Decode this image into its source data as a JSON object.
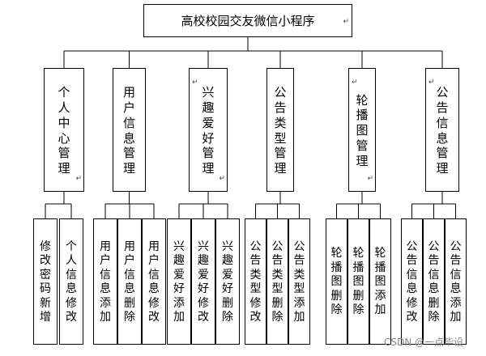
{
  "root": {
    "label": "高校校园交友微信小程序",
    "mark": "↵"
  },
  "modules": [
    {
      "label": "个人中心管理",
      "mark_end": true,
      "children": [
        {
          "label": "修改密码新增"
        },
        {
          "label": "个人信息修改"
        }
      ]
    },
    {
      "label": "用户信息管理",
      "children": [
        {
          "label": "用户信息添加"
        },
        {
          "label": "用户信息删除"
        },
        {
          "label": "用户信息修改"
        }
      ]
    },
    {
      "label": "兴趣爱好管理",
      "mark_start": true,
      "mark_end": true,
      "children": [
        {
          "label": "兴趣爱好添加"
        },
        {
          "label": "兴趣爱好修改"
        },
        {
          "label": "兴趣爱好删除"
        }
      ]
    },
    {
      "label": "公告类型管理",
      "children": [
        {
          "label": "公告类型修改"
        },
        {
          "label": "公告类型删除"
        },
        {
          "label": "公告类型添加"
        }
      ]
    },
    {
      "label": "轮播图管理",
      "mark_start": true,
      "mark_end": true,
      "children": [
        {
          "label": "轮播图删除"
        },
        {
          "label": "轮播图删除"
        },
        {
          "label": "轮播图添加"
        }
      ]
    },
    {
      "label": "公告信息管理",
      "mark_start": true,
      "children": [
        {
          "label": "公告信息修改"
        },
        {
          "label": "公告信息删除"
        },
        {
          "label": "公告信息添加"
        }
      ]
    }
  ],
  "watermark": "CSDN @一点毕设"
}
